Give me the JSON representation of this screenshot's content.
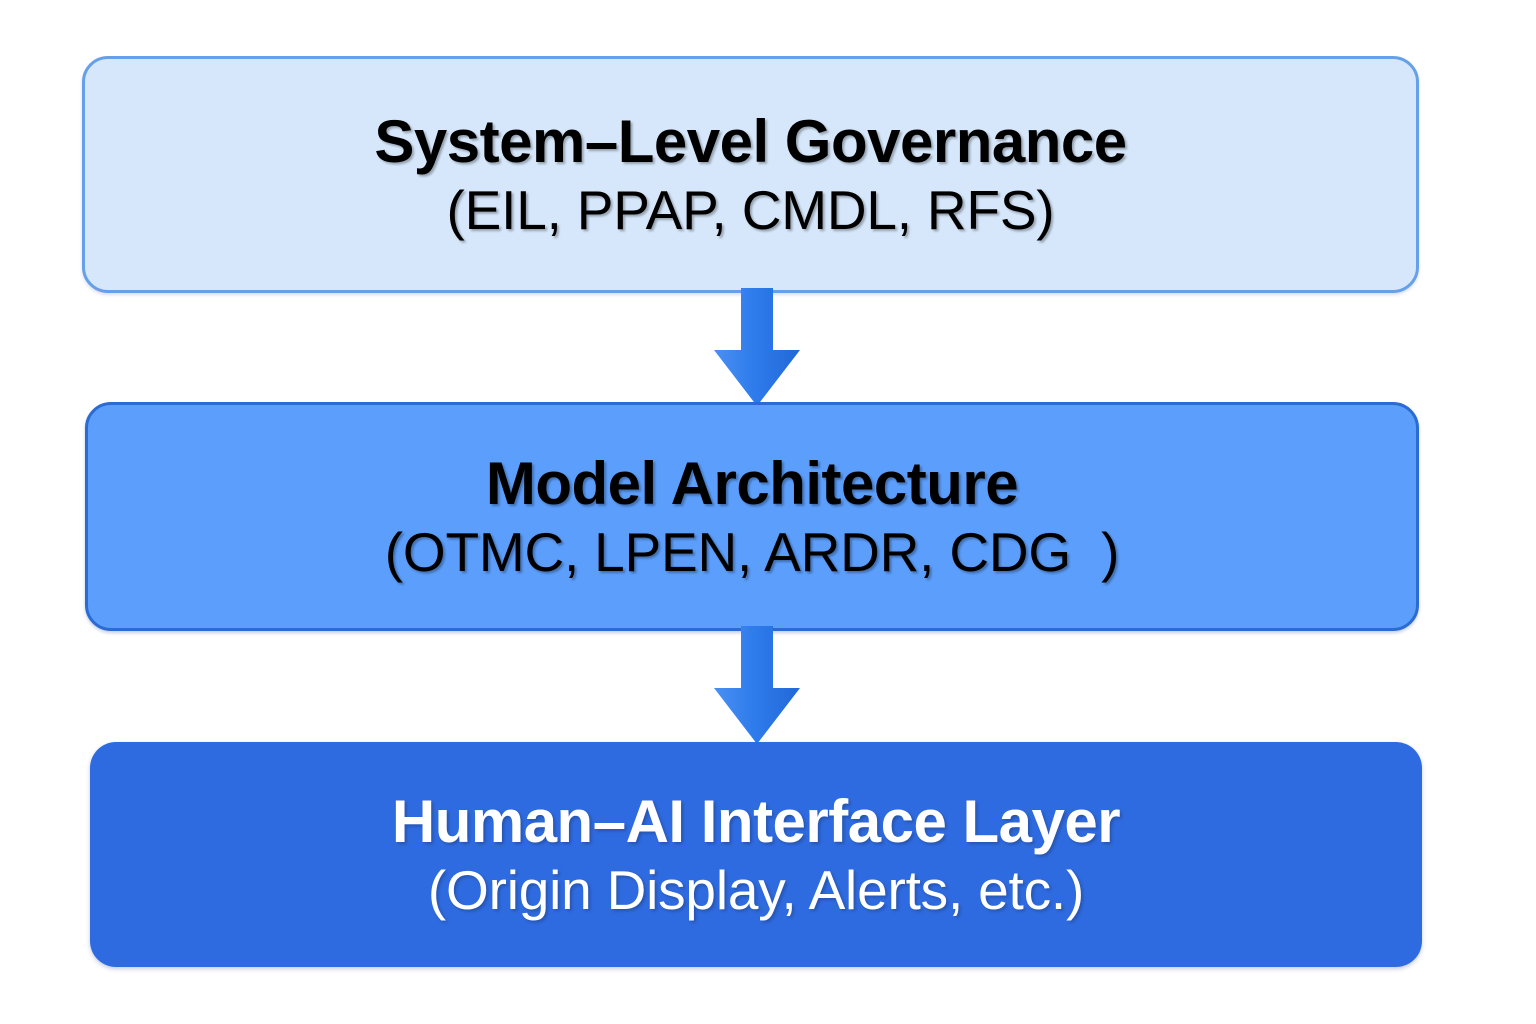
{
  "diagram": {
    "type": "vertical-flow-stack",
    "layers": [
      {
        "id": "system-level-governance",
        "title": "System–Level Governance",
        "subtitle": "(EIL, PPAP, CMDL, RFS)",
        "fill_color": "#d6e7fb",
        "border_color": "#66a0e8",
        "text_color": "#000000"
      },
      {
        "id": "model-architecture",
        "title": "Model Architecture",
        "subtitle": "(OTMC, LPEN, ARDR, CDG  )",
        "fill_color": "#5c9efb",
        "border_color": "#2a6bd4",
        "text_color": "#000000"
      },
      {
        "id": "human-ai-interface-layer",
        "title": "Human–AI Interface Layer",
        "subtitle": "(Origin Display, Alerts, etc.)",
        "fill_color": "#2f6be0",
        "border_color": "#2f6be0",
        "text_color": "#ffffff"
      }
    ],
    "connectors": [
      {
        "id": "governance-to-model",
        "icon": "down-arrow-icon",
        "from": "system-level-governance",
        "to": "model-architecture",
        "color": "#2f7cec"
      },
      {
        "id": "model-to-interface",
        "icon": "down-arrow-icon",
        "from": "model-architecture",
        "to": "human-ai-interface-layer",
        "color": "#2f7cec"
      }
    ],
    "background_color": "#ffffff"
  }
}
